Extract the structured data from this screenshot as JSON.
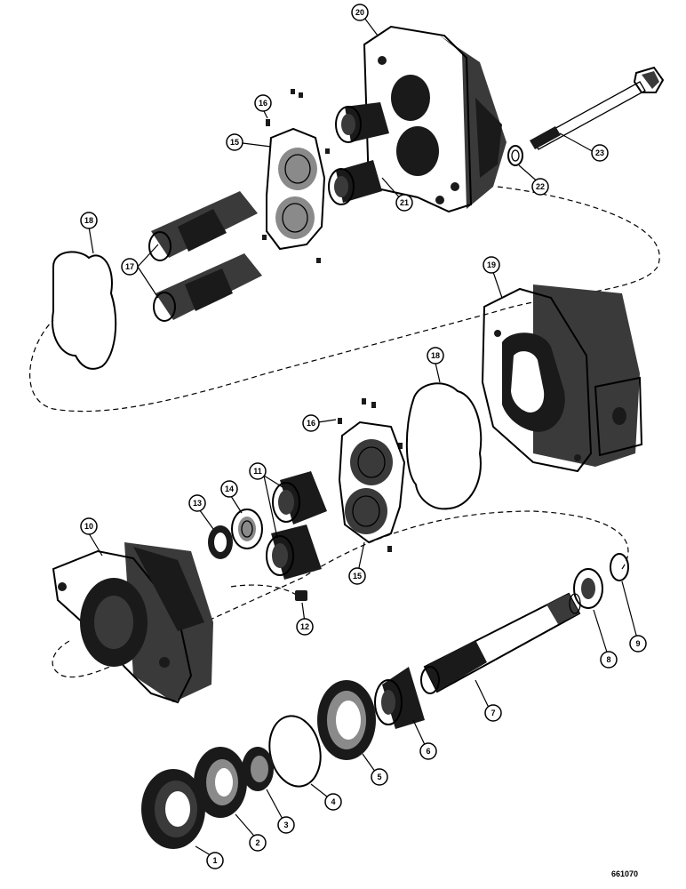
{
  "diagram": {
    "drawing_number": "661070",
    "callouts": [
      {
        "id": "c1",
        "label": "1"
      },
      {
        "id": "c2",
        "label": "2"
      },
      {
        "id": "c3",
        "label": "3"
      },
      {
        "id": "c4",
        "label": "4"
      },
      {
        "id": "c5",
        "label": "5"
      },
      {
        "id": "c6",
        "label": "6"
      },
      {
        "id": "c7",
        "label": "7"
      },
      {
        "id": "c8",
        "label": "8"
      },
      {
        "id": "c9",
        "label": "9"
      },
      {
        "id": "c10",
        "label": "10"
      },
      {
        "id": "c11",
        "label": "11"
      },
      {
        "id": "c12",
        "label": "12"
      },
      {
        "id": "c13",
        "label": "13"
      },
      {
        "id": "c14",
        "label": "14"
      },
      {
        "id": "c15a",
        "label": "15"
      },
      {
        "id": "c15b",
        "label": "15"
      },
      {
        "id": "c16a",
        "label": "16"
      },
      {
        "id": "c16b",
        "label": "16"
      },
      {
        "id": "c17",
        "label": "17"
      },
      {
        "id": "c18a",
        "label": "18"
      },
      {
        "id": "c18b",
        "label": "18"
      },
      {
        "id": "c19",
        "label": "19"
      },
      {
        "id": "c20",
        "label": "20"
      },
      {
        "id": "c21",
        "label": "21"
      },
      {
        "id": "c22",
        "label": "22"
      },
      {
        "id": "c23",
        "label": "23"
      }
    ]
  }
}
